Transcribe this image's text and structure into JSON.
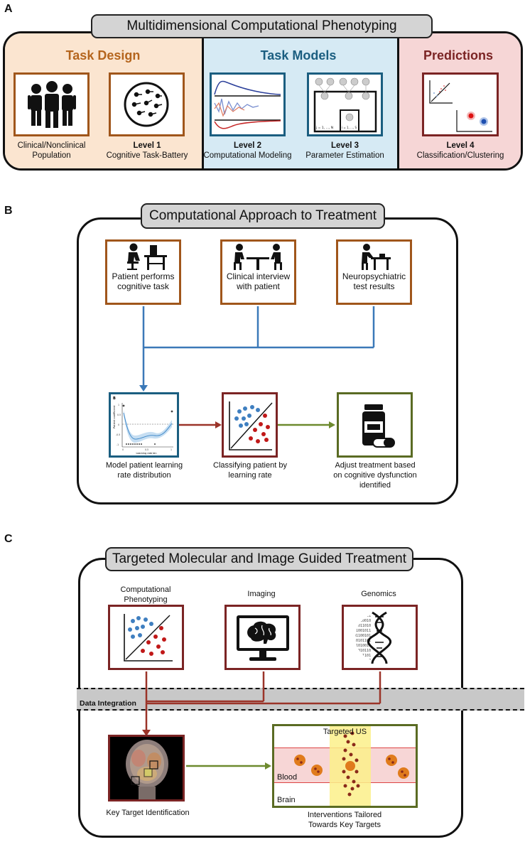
{
  "panel_a": {
    "letter": "A",
    "title": "Multidimensional Computational Phenotyping",
    "sections": {
      "task_design": {
        "title": "Task Design",
        "color": "#b5651d",
        "bg": "#fbe5d0"
      },
      "task_models": {
        "title": "Task Models",
        "color": "#1b5e80",
        "bg": "#d6eaf4"
      },
      "predictions": {
        "title": "Predictions",
        "color": "#7b2424",
        "bg": "#f6d6d6"
      }
    },
    "items": [
      {
        "caption": "Clinical/Nonclinical\nPopulation",
        "level": ""
      },
      {
        "level": "Level 1",
        "caption": "Cognitive Task-Battery"
      },
      {
        "level": "Level 2",
        "caption": "Computational Modeling"
      },
      {
        "level": "Level 3",
        "caption": "Parameter Estimation"
      },
      {
        "level": "Level 4",
        "caption": "Classification/Clustering"
      }
    ],
    "graphical_model": {
      "loop_outer": "j = 1, ..., N",
      "loop_inner": "i = 1, ..., S"
    }
  },
  "panel_b": {
    "letter": "B",
    "title": "Computational Approach to Treatment",
    "top": [
      {
        "caption": "Patient performs\ncognitive task"
      },
      {
        "caption": "Clinical interview\nwith patient"
      },
      {
        "caption": "Neuropsychiatric\ntest results"
      }
    ],
    "bottom": [
      {
        "caption": "Model patient learning\nrate distribution"
      },
      {
        "caption": "Classifying patient by\nlearning rate"
      },
      {
        "caption": "Adjust treatment based\non cognitive dysfunction\nidentified"
      }
    ],
    "mini_chart": {
      "panel_label": "B",
      "ylabel": "Patient coefficient",
      "xlabel": "Learning rate bin",
      "yticks": [
        "1",
        "0.5",
        "0",
        "-0.5",
        "-1"
      ],
      "xticks": [
        "0",
        "0.5",
        "1"
      ]
    }
  },
  "panel_c": {
    "letter": "C",
    "title": "Targeted Molecular and Image Guided Treatment",
    "sources": [
      {
        "caption": "Computational\nPhenotyping"
      },
      {
        "caption": "Imaging"
      },
      {
        "caption": "Genomics"
      }
    ],
    "integration_label": "Data Integration",
    "target_caption": "Key Target Identification",
    "intervention_caption": "Interventions Tailored\nTowards Key Targets",
    "intervention": {
      "targeted_us": "Targeted US",
      "blood": "Blood",
      "brain": "Brain"
    }
  },
  "colors": {
    "brown": "#a0561b",
    "teal": "#1b5e80",
    "maroon": "#7b2424",
    "olive": "#5a6b23",
    "blue_arrow": "#3b79b8",
    "red_arrow": "#9b3429",
    "green_arrow": "#6d8a2e",
    "dot_blue": "#3f7fc0",
    "dot_red": "#c01818"
  }
}
